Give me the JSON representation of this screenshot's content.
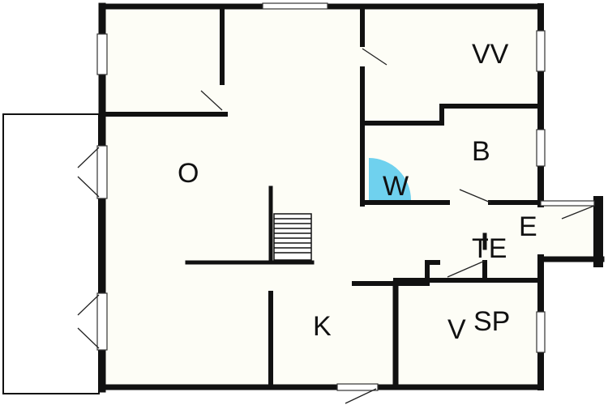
{
  "colors": {
    "wall": "#111111",
    "floor": "#fdfdf6",
    "terrace": "#ffffff",
    "accent": "#6fd1ee",
    "door": "#222222"
  },
  "rooms": {
    "O": "O",
    "VV": "VV",
    "B": "B",
    "W": "W",
    "E": "E",
    "TE": "TE",
    "K": "K",
    "VSP_V": "V",
    "VSP_SP": "SP"
  }
}
